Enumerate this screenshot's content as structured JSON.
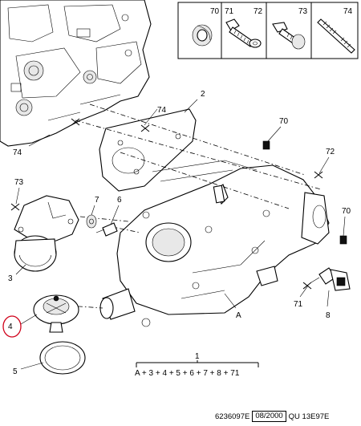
{
  "hardware_panel": {
    "codes": [
      "70",
      "71",
      "72",
      "73",
      "74"
    ]
  },
  "callouts": {
    "c1": "1",
    "c2": "2",
    "c3": "3",
    "c4": "4",
    "c5": "5",
    "c6": "6",
    "c7": "7",
    "c8": "8",
    "c70a": "70",
    "c70b": "70",
    "c71": "71",
    "c72": "72",
    "c73": "73",
    "c74a": "74",
    "c74b": "74",
    "cA": "A"
  },
  "formula": "A + 3 + 4 + 5 + 6 + 7 + 8 + 71",
  "footer": {
    "ref": "6236097E",
    "date": "08/2000",
    "code": "QU 13E97E"
  },
  "colors": {
    "highlight": "#d0021b"
  }
}
